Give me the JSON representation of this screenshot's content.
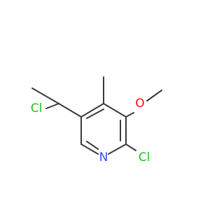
{
  "colors": {
    "background": "#ffffff",
    "bond": "#3a3a3a",
    "carbon": "#3a3a3a",
    "chlorine": "#22c322",
    "oxygen": "#ff0d0d",
    "nitrogen": "#3050f8"
  },
  "molecule": {
    "atoms": [
      {
        "id": "cl_side",
        "label": "Cl",
        "element": "chlorine"
      },
      {
        "id": "o_methoxy",
        "label": "O",
        "element": "oxygen"
      },
      {
        "id": "n_ring",
        "label": "N",
        "element": "nitrogen"
      },
      {
        "id": "cl_ring",
        "label": "Cl",
        "element": "chlorine"
      }
    ]
  }
}
